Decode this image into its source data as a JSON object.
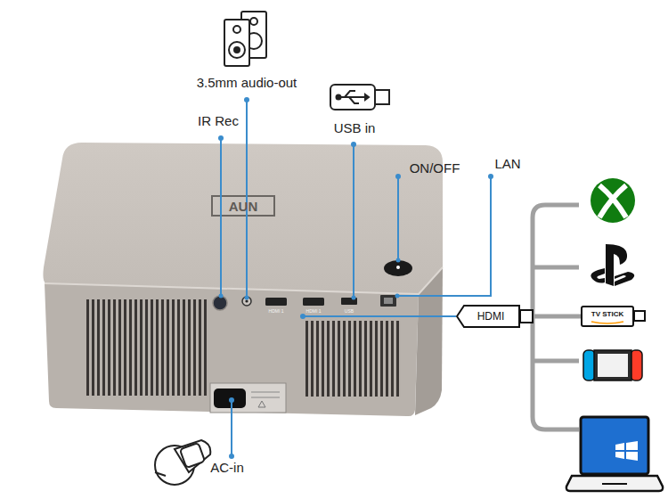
{
  "diagram": {
    "nodes": [
      {
        "text": [
          "HDMI"
        ]
      },
      {
        "text": [
          "TV STICK"
        ]
      }
    ],
    "edges": [
      {
        "from": 0,
        "to": 1,
        "arrow": "none"
      }
    ],
    "labels": [
      "3.5mm audio-out",
      "IR Rec",
      "USB in",
      "LAN",
      "ON/OFF",
      "AUN",
      "HDMI 1",
      "HDMI 1",
      "USB",
      "AC-in"
    ]
  }
}
